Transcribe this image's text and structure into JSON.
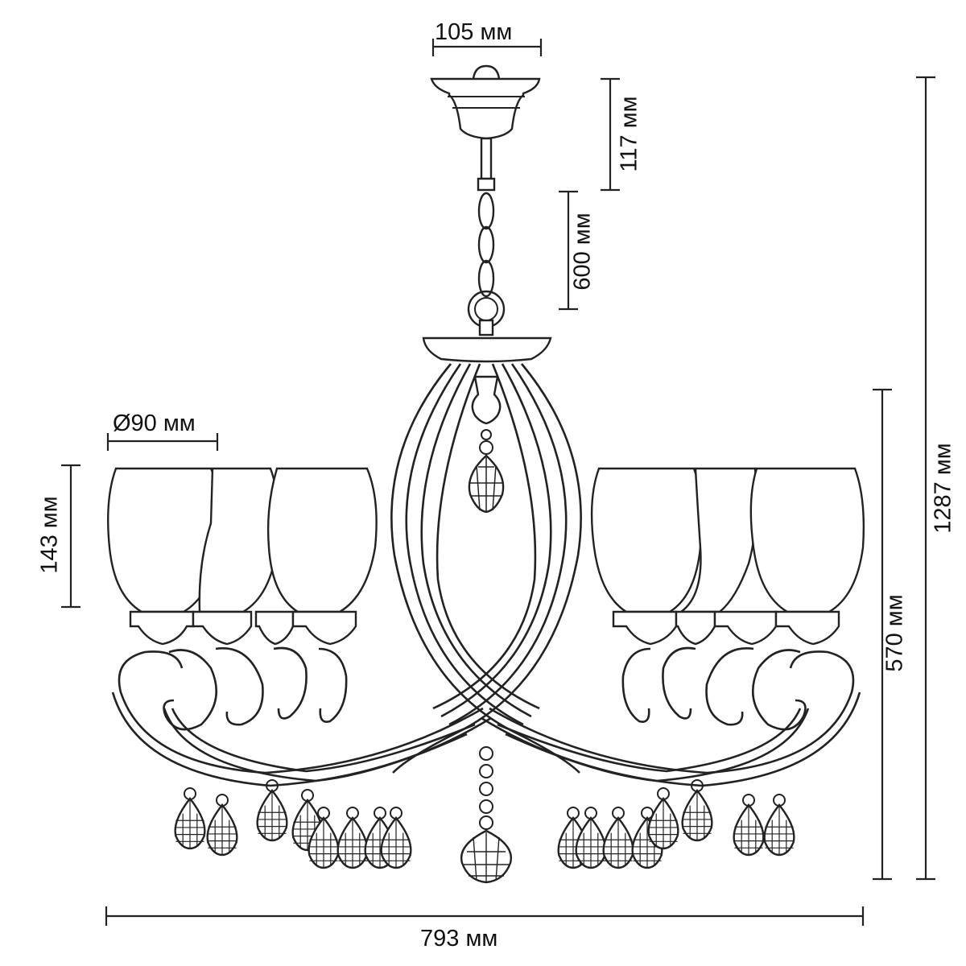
{
  "dimensions": {
    "canopy_width": "105 мм",
    "canopy_height": "117 мм",
    "chain_length": "600 мм",
    "shade_diameter": "Ø90 мм",
    "shade_height": "143 мм",
    "body_height": "570 мм",
    "total_height": "1287 мм",
    "total_width": "793 мм"
  },
  "colors": {
    "line": "#222222",
    "background": "#ffffff"
  }
}
